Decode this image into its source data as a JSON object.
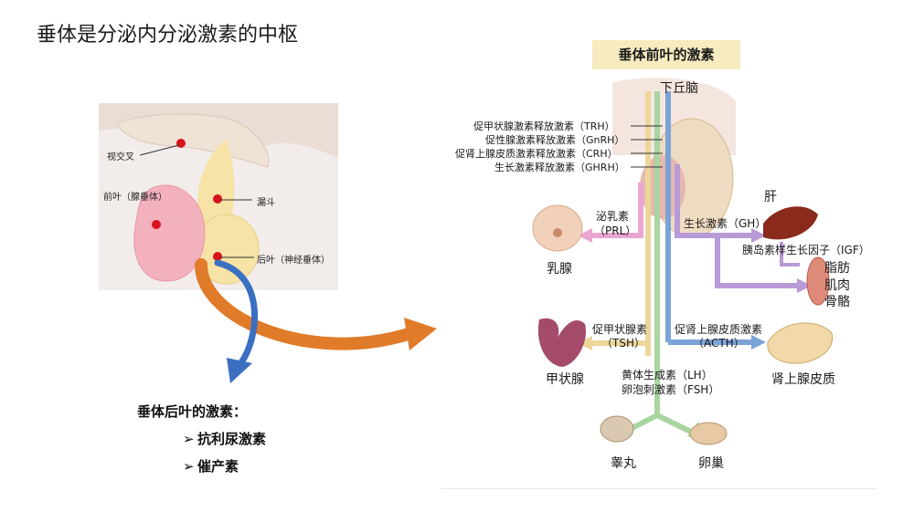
{
  "title": "垂体是分泌内分泌激素的中枢",
  "left_diagram": {
    "labels": {
      "optic_chiasm": "视交叉",
      "anterior_lobe": "前叶（腺垂体）",
      "infundibulum": "漏斗",
      "posterior_lobe": "后叶（神经垂体）"
    }
  },
  "posterior_hormones": {
    "heading": "垂体后叶的激素：",
    "items": [
      "抗利尿激素",
      "催产素"
    ]
  },
  "right_diagram": {
    "heading": "垂体前叶的激素",
    "hypothalamus": "下丘脑",
    "releasing_hormones": [
      "促甲状腺激素释放激素（TRH）",
      "促性腺激素释放激素（GnRH）",
      "促肾上腺皮质激素释放激素（CRH）",
      "生长激素释放激素（GHRH）"
    ],
    "prolactin_1": "泌乳素",
    "prolactin_2": "（PRL）",
    "breast": "乳腺",
    "gh": "生长激素（GH）",
    "liver": "肝",
    "igf": "胰岛素样生长因子（IGF）",
    "fat": "脂肪",
    "muscle": "肌肉",
    "bone": "骨骼",
    "tsh_1": "促甲状腺素",
    "tsh_2": "（TSH）",
    "thyroid": "甲状腺",
    "acth_1": "促肾上腺皮质激素",
    "acth_2": "（ACTH）",
    "adrenal": "肾上腺皮质",
    "lh": "黄体生成素（LH）",
    "fsh": "卵泡刺激素（FSH）",
    "testis": "睾丸",
    "ovary": "卵巢"
  },
  "colors": {
    "anterior": "#f3b0bd",
    "posterior": "#f7e3a6",
    "dot": "#d8121e",
    "orange_arrow": "#e07b2a",
    "blue_arrow": "#3a6fc2",
    "pink_path": "#e9a6d2",
    "yellow_path": "#ecd69a",
    "green_path": "#a8d5a0",
    "blue_path": "#7aa3d8",
    "purple_path": "#b79ad6"
  }
}
